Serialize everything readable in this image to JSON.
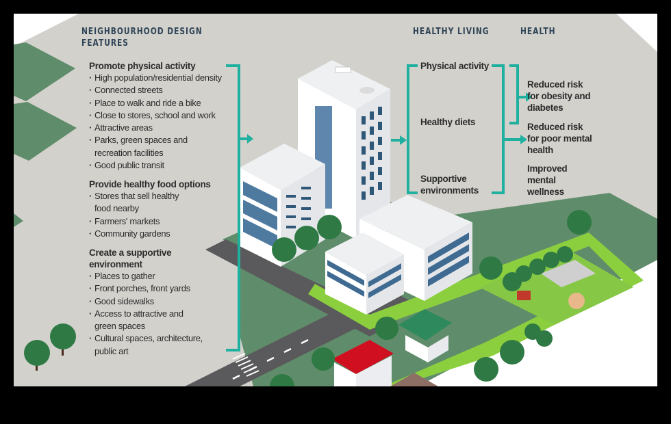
{
  "colors": {
    "frame": "#000000",
    "background": "#d2d1cc",
    "accent_teal": "#1fb0a0",
    "heading": "#2f4457",
    "body_text": "#2b2b2b",
    "dark_green": "#5f8c6a",
    "light_green": "#8ccf3e",
    "road": "#5a5a5c",
    "roof_red": "#d01020"
  },
  "columns": {
    "design_features": "NEIGHBOURHOOD DESIGN FEATURES",
    "design_features_line1": "NEIGHBOURHOOD DESIGN",
    "design_features_line2": "FEATURES",
    "healthy_living": "HEALTHY LIVING",
    "health": "HEALTH"
  },
  "design_features": [
    {
      "title": "Promote physical activity",
      "items": [
        "High population/residential density",
        "Connected streets",
        "Place to walk and ride a bike",
        "Close to stores, school and work",
        "Attractive areas",
        "Parks, green spaces and recreation facilities",
        "Good public transit"
      ]
    },
    {
      "title": "Provide healthy food options",
      "items": [
        "Stores that sell healthy food nearby",
        "Farmers' markets",
        "Community gardens"
      ]
    },
    {
      "title": "Create a supportive environment",
      "items": [
        "Places to gather",
        "Front porches, front yards",
        "Good sidewalks",
        "Access to attractive and green spaces",
        "Cultural spaces, architecture, public art"
      ]
    }
  ],
  "healthy_living": [
    "Physical activity",
    "Healthy diets",
    "Supportive environments"
  ],
  "health": [
    "Reduced risk for obesity and diabetes",
    "Reduced risk for poor mental health",
    "Improved mental wellness"
  ],
  "illustration": {
    "icons": [
      "office-tower",
      "apartment-building",
      "office-block",
      "house-red-roof",
      "house-green-roof",
      "playground",
      "trees",
      "road-crosswalk",
      "cyclist",
      "pedestrians"
    ]
  }
}
